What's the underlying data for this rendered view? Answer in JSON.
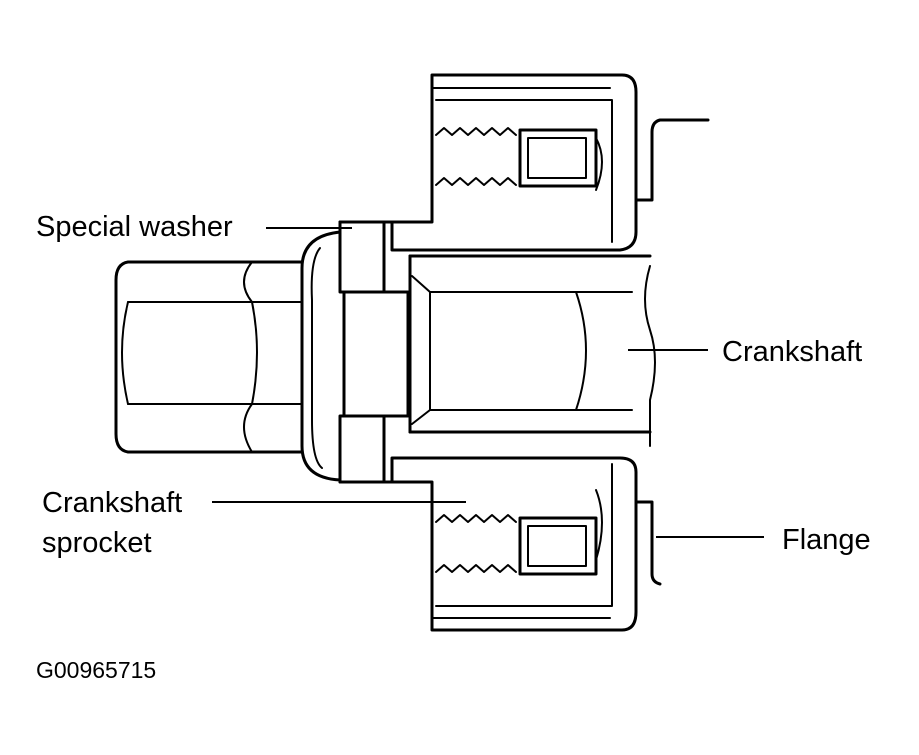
{
  "labels": {
    "special_washer": "Special washer",
    "crankshaft": "Crankshaft",
    "crankshaft_sprocket_line1": "Crankshaft",
    "crankshaft_sprocket_line2": "sprocket",
    "flange": "Flange"
  },
  "figure_id": "G00965715",
  "colors": {
    "ink": "#000000",
    "paper": "#ffffff"
  }
}
